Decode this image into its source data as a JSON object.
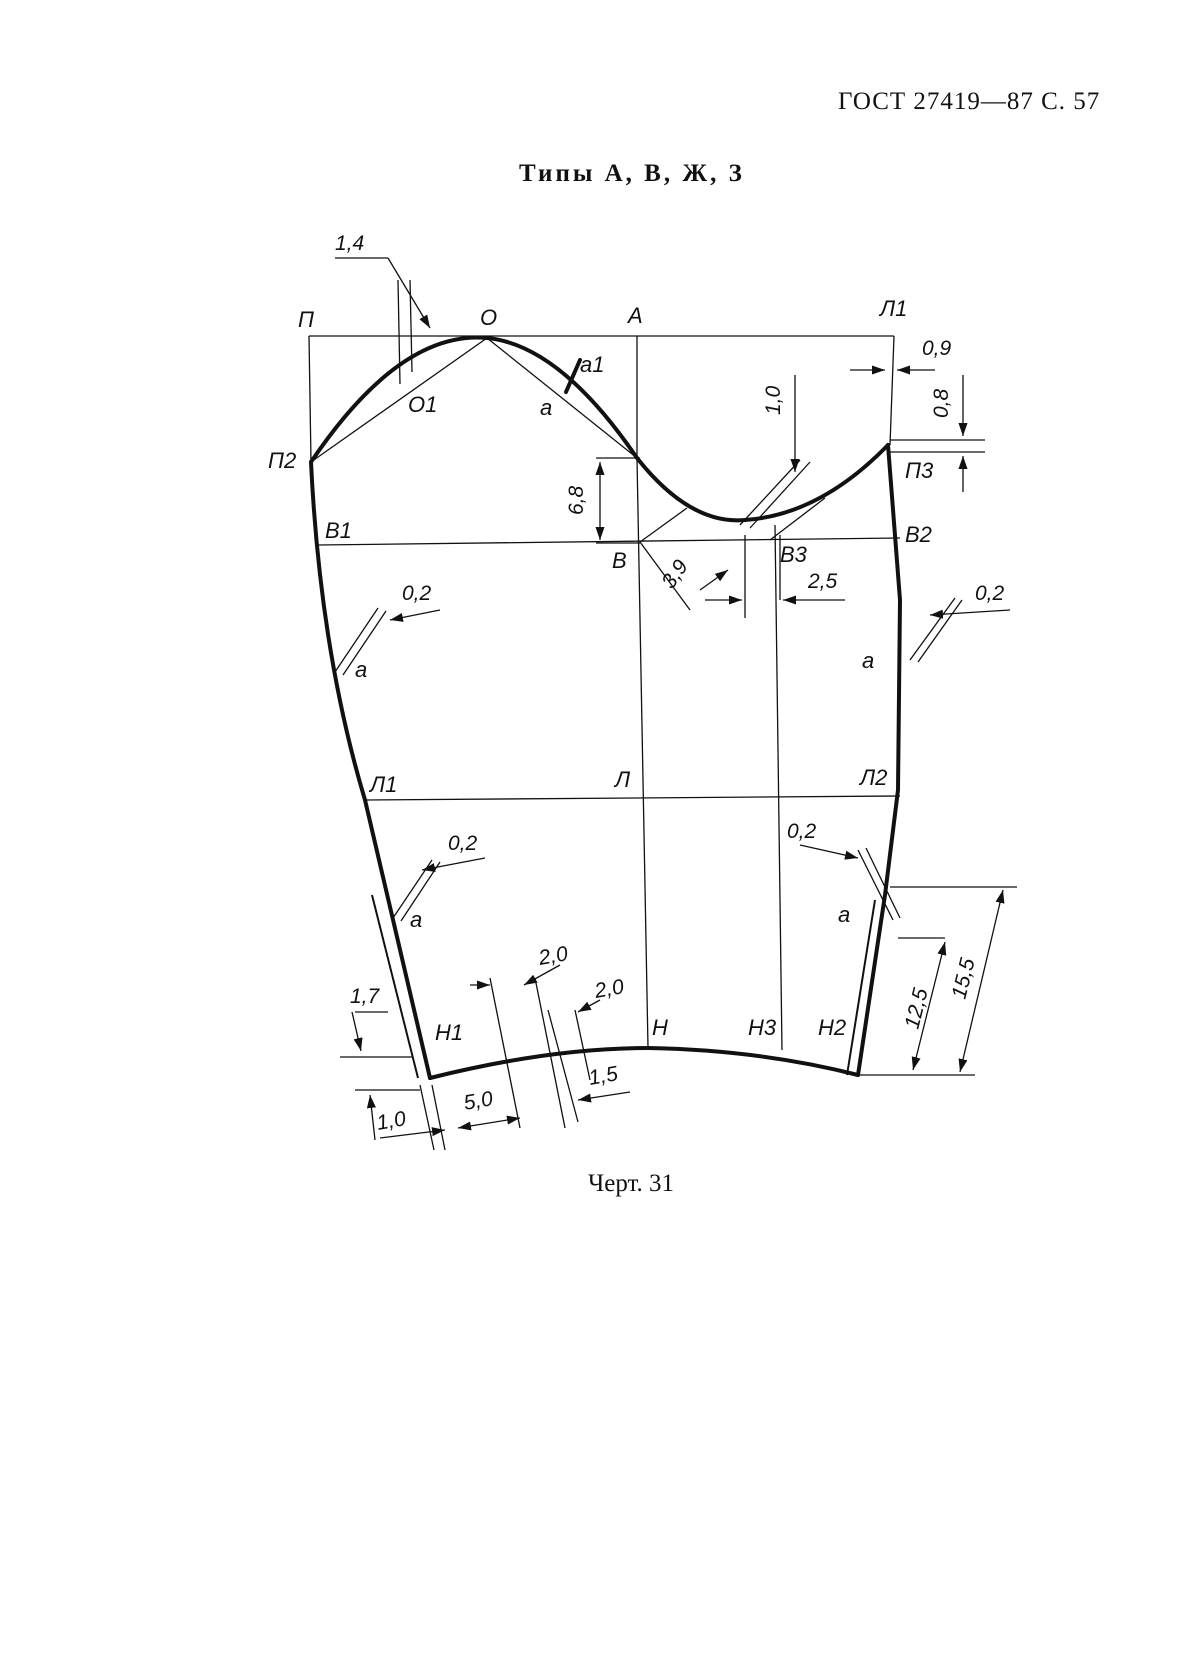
{
  "header": {
    "text": "ГОСТ 27419—87 С. 57"
  },
  "title": {
    "text": "Типы А, В, Ж, З"
  },
  "caption": {
    "text": "Черт. 31"
  },
  "drawing": {
    "point_labels": {
      "P": "П",
      "O": "О",
      "A": "А",
      "L1_top": "Л1",
      "P2": "П2",
      "O1": "О1",
      "a1": "а1",
      "a_cap": "а",
      "P3": "П3",
      "B1": "В1",
      "B": "В",
      "B3": "В3",
      "B2": "В2",
      "a_left_upper": "а",
      "a_right_upper": "а",
      "L1": "Л1",
      "L": "Л",
      "L2": "Л2",
      "a_left_lower": "а",
      "a_right_lower": "а",
      "H1": "Н1",
      "H": "Н",
      "H3": "Н3",
      "H2": "Н2"
    },
    "dimensions": {
      "d_1_4": "1,4",
      "d_0_9": "0,9",
      "d_0_8": "0,8",
      "d_1_0_top": "1,0",
      "d_6_8": "6,8",
      "d_3_9": "3,9",
      "d_2_5": "2,5",
      "d_0_2_left_upper": "0,2",
      "d_0_2_right_upper": "0,2",
      "d_0_2_left_lower": "0,2",
      "d_0_2_right_lower": "0,2",
      "d_2_0_a": "2,0",
      "d_2_0_b": "2,0",
      "d_1_7": "1,7",
      "d_1_0_bottom": "1,0",
      "d_5_0": "5,0",
      "d_1_5": "1,5",
      "d_12_5": "12,5",
      "d_15_5": "15,5"
    }
  }
}
